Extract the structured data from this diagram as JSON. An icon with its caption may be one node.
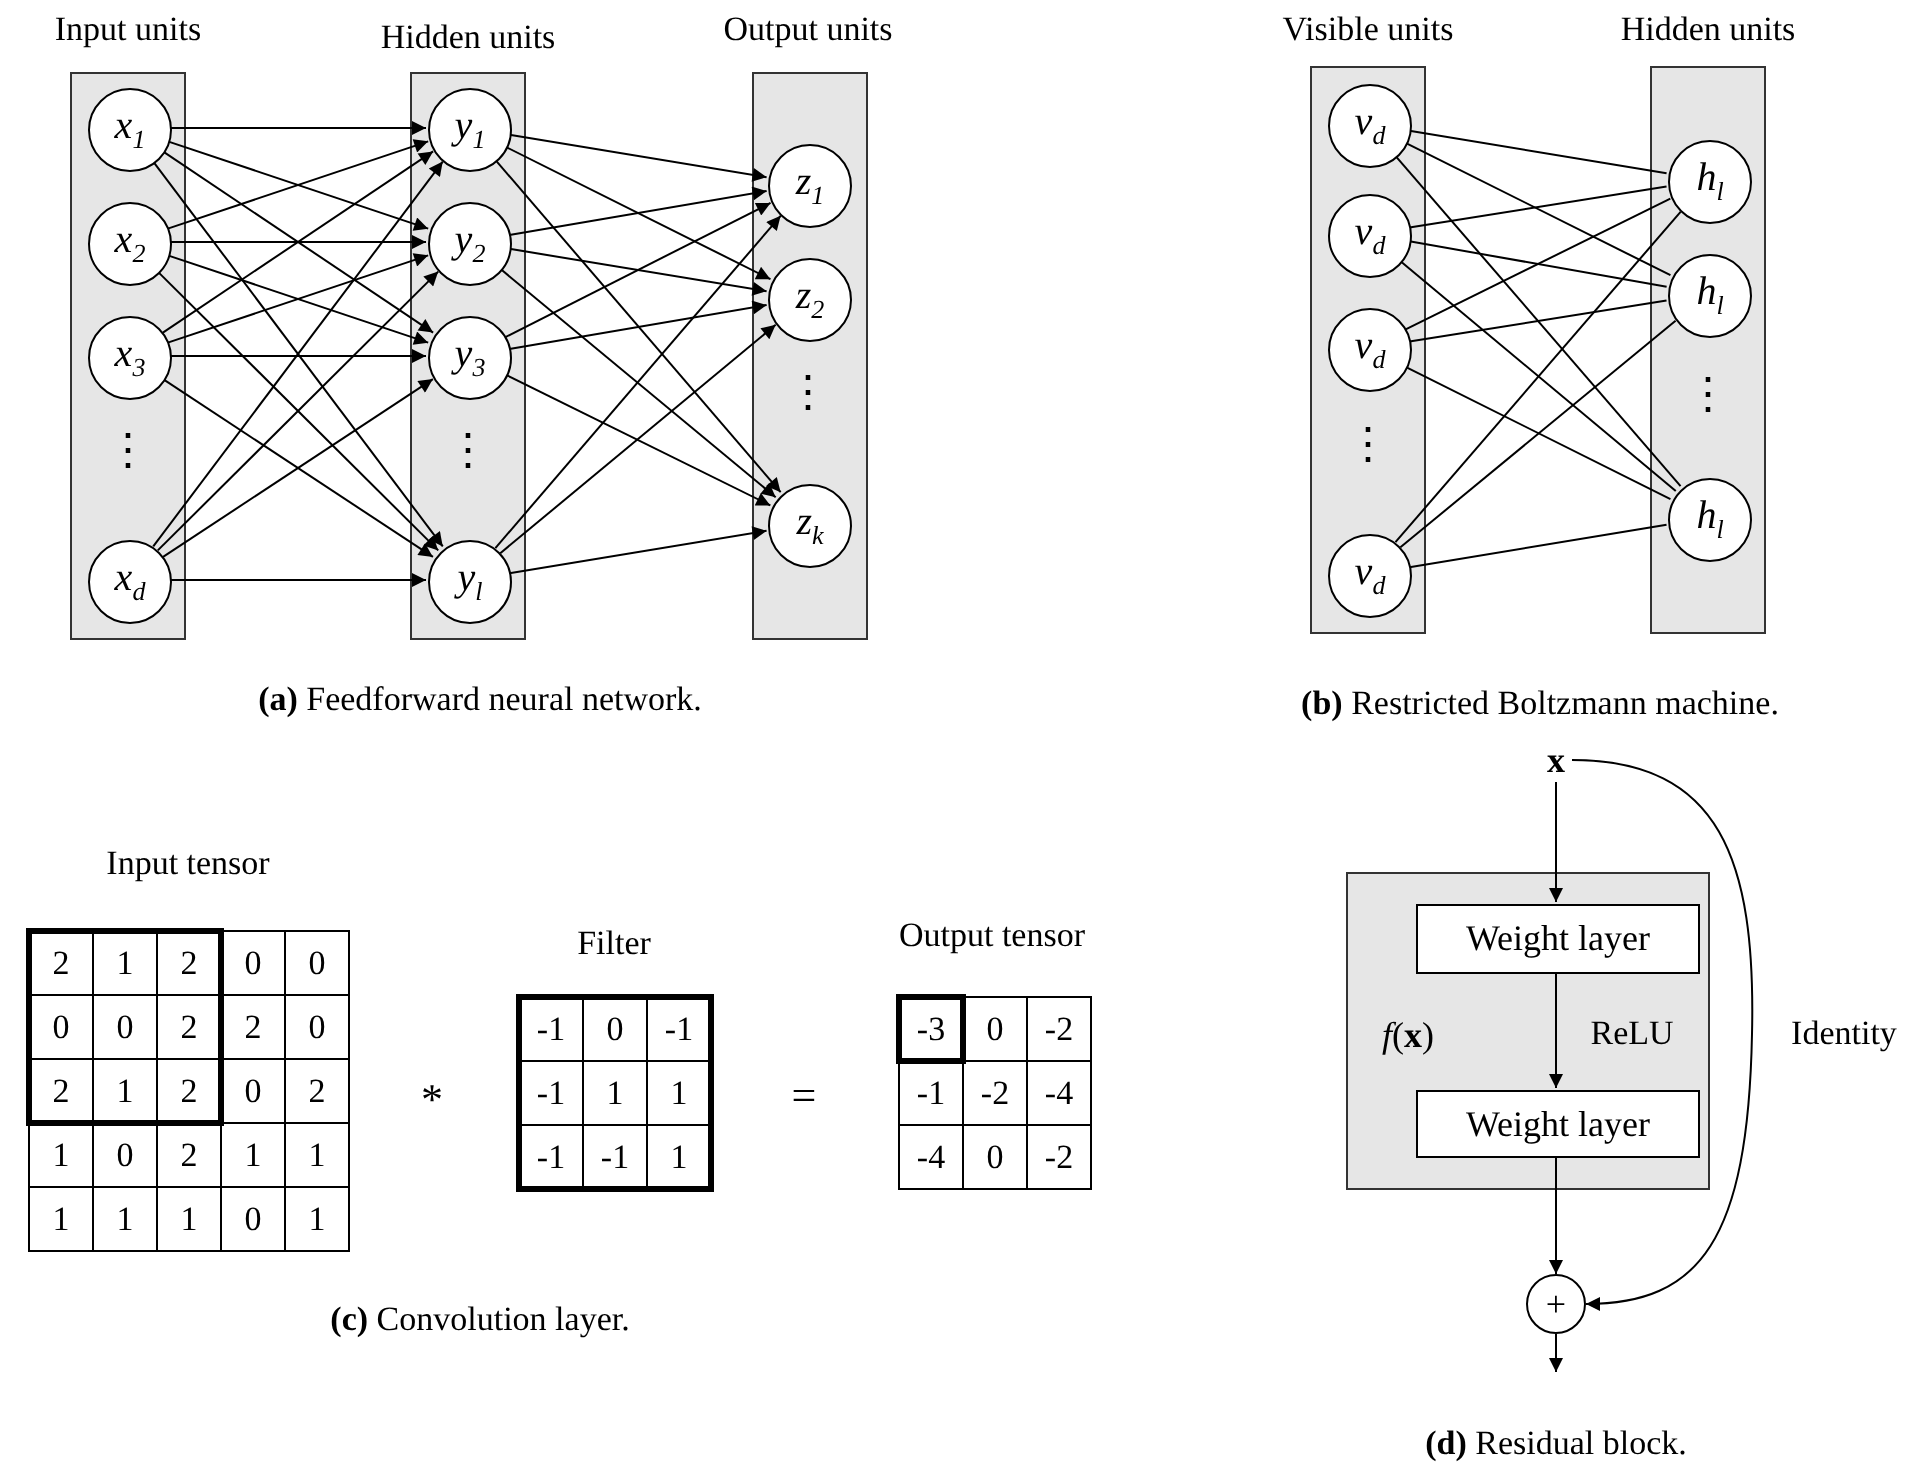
{
  "diagram": {
    "nodes": [
      {
        "text": [
          "Input units"
        ]
      },
      {
        "text": [
          "x$_{1}$"
        ],
        "in": 0
      },
      {
        "text": [
          "x$_{2}$"
        ],
        "in": 0
      },
      {
        "text": [
          "x$_{3}$"
        ],
        "in": 0
      },
      {
        "text": [
          "x$_{d}$"
        ],
        "in": 0
      },
      {
        "text": [
          "Hidden units"
        ]
      },
      {
        "text": [
          "y$_{1}$"
        ],
        "in": 5
      },
      {
        "text": [
          "y$_{2}$"
        ],
        "in": 5
      },
      {
        "text": [
          "y$_{3}$"
        ],
        "in": 5
      },
      {
        "text": [
          "y$_{l}$"
        ],
        "in": 5
      },
      {
        "text": [
          "Output units"
        ]
      },
      {
        "text": [
          "z$_{1}$"
        ],
        "in": 10
      },
      {
        "text": [
          "z$_{2}$"
        ],
        "in": 10
      },
      {
        "text": [
          "z$_{k}$"
        ],
        "in": 10
      },
      {
        "text": [
          "Visible units"
        ]
      },
      {
        "text": [
          "v$_{d}$"
        ],
        "in": 14
      },
      {
        "text": [
          "v$_{d}$"
        ],
        "in": 14
      },
      {
        "text": [
          "v$_{d}$"
        ],
        "in": 14
      },
      {
        "text": [
          "v$_{d}$"
        ],
        "in": 14
      },
      {
        "text": [
          "Hidden units"
        ]
      },
      {
        "text": [
          "h$_{l}$"
        ],
        "in": 19
      },
      {
        "text": [
          "h$_{l}$"
        ],
        "in": 19
      },
      {
        "text": [
          "h$_{l}$"
        ],
        "in": 19
      },
      {
        "text": [
          "x"
        ]
      },
      {
        "text": [
          "*f*(**x**)"
        ]
      },
      {
        "text": [
          "Weight layer"
        ],
        "in": 24
      },
      {
        "text": [
          "Weight layer"
        ],
        "in": 24
      },
      {
        "text": [
          "+"
        ]
      }
    ],
    "edges": [
      {
        "from": 1,
        "to": 6,
        "arrow": "to"
      },
      {
        "from": 1,
        "to": 7,
        "arrow": "to"
      },
      {
        "from": 1,
        "to": 8,
        "arrow": "to"
      },
      {
        "from": 1,
        "to": 9,
        "arrow": "to"
      },
      {
        "from": 2,
        "to": 6,
        "arrow": "to"
      },
      {
        "from": 2,
        "to": 7,
        "arrow": "to"
      },
      {
        "from": 2,
        "to": 8,
        "arrow": "to"
      },
      {
        "from": 2,
        "to": 9,
        "arrow": "to"
      },
      {
        "from": 3,
        "to": 6,
        "arrow": "to"
      },
      {
        "from": 3,
        "to": 7,
        "arrow": "to"
      },
      {
        "from": 3,
        "to": 8,
        "arrow": "to"
      },
      {
        "from": 3,
        "to": 9,
        "arrow": "to"
      },
      {
        "from": 4,
        "to": 6,
        "arrow": "to"
      },
      {
        "from": 4,
        "to": 7,
        "arrow": "to"
      },
      {
        "from": 4,
        "to": 8,
        "arrow": "to"
      },
      {
        "from": 4,
        "to": 9,
        "arrow": "to"
      },
      {
        "from": 6,
        "to": 11,
        "arrow": "to"
      },
      {
        "from": 6,
        "to": 12,
        "arrow": "to"
      },
      {
        "from": 6,
        "to": 13,
        "arrow": "to"
      },
      {
        "from": 7,
        "to": 11,
        "arrow": "to"
      },
      {
        "from": 7,
        "to": 12,
        "arrow": "to"
      },
      {
        "from": 7,
        "to": 13,
        "arrow": "to"
      },
      {
        "from": 8,
        "to": 11,
        "arrow": "to"
      },
      {
        "from": 8,
        "to": 12,
        "arrow": "to"
      },
      {
        "from": 8,
        "to": 13,
        "arrow": "to"
      },
      {
        "from": 9,
        "to": 11,
        "arrow": "to"
      },
      {
        "from": 9,
        "to": 12,
        "arrow": "to"
      },
      {
        "from": 9,
        "to": 13,
        "arrow": "to"
      },
      {
        "from": 15,
        "to": 20,
        "arrow": "none"
      },
      {
        "from": 15,
        "to": 21,
        "arrow": "none"
      },
      {
        "from": 15,
        "to": 22,
        "arrow": "none"
      },
      {
        "from": 16,
        "to": 20,
        "arrow": "none"
      },
      {
        "from": 16,
        "to": 21,
        "arrow": "none"
      },
      {
        "from": 16,
        "to": 22,
        "arrow": "none"
      },
      {
        "from": 17,
        "to": 20,
        "arrow": "none"
      },
      {
        "from": 17,
        "to": 21,
        "arrow": "none"
      },
      {
        "from": 17,
        "to": 22,
        "arrow": "none"
      },
      {
        "from": 18,
        "to": 20,
        "arrow": "none"
      },
      {
        "from": 18,
        "to": 21,
        "arrow": "none"
      },
      {
        "from": 18,
        "to": 22,
        "arrow": "none"
      },
      {
        "from": 23,
        "to": 25,
        "arrow": "to"
      },
      {
        "from": 25,
        "to": 26,
        "arrow": "to",
        "label": "ReLU"
      },
      {
        "from": 26,
        "to": 27,
        "arrow": "to"
      },
      {
        "from": 23,
        "to": 27,
        "arrow": "to",
        "label": "Identity"
      },
      {
        "from": 27,
        "to": null,
        "arrow": "to"
      }
    ],
    "labels": [
      "⋮",
      "⋮",
      "⋮",
      "**(a)** Feedforward neural network.",
      "⋮",
      "⋮",
      "**(b)** Restricted Boltzmann machine.",
      "Input tensor",
      "2",
      "1",
      "2",
      "0",
      "0",
      "0",
      "0",
      "2",
      "2",
      "0",
      "2",
      "1",
      "2",
      "0",
      "2",
      "1",
      "0",
      "2",
      "1",
      "1",
      "1",
      "1",
      "1",
      "0",
      "1",
      "*",
      "Filter",
      "-1",
      "0",
      "-1",
      "-1",
      "1",
      "1",
      "-1",
      "-1",
      "1",
      "=",
      "Output tensor",
      "-3",
      "0",
      "-2",
      "-1",
      "-2",
      "-4",
      "-4",
      "0",
      "-2",
      "**(c)** Convolution layer.",
      "**(d)** Residual block."
    ]
  }
}
